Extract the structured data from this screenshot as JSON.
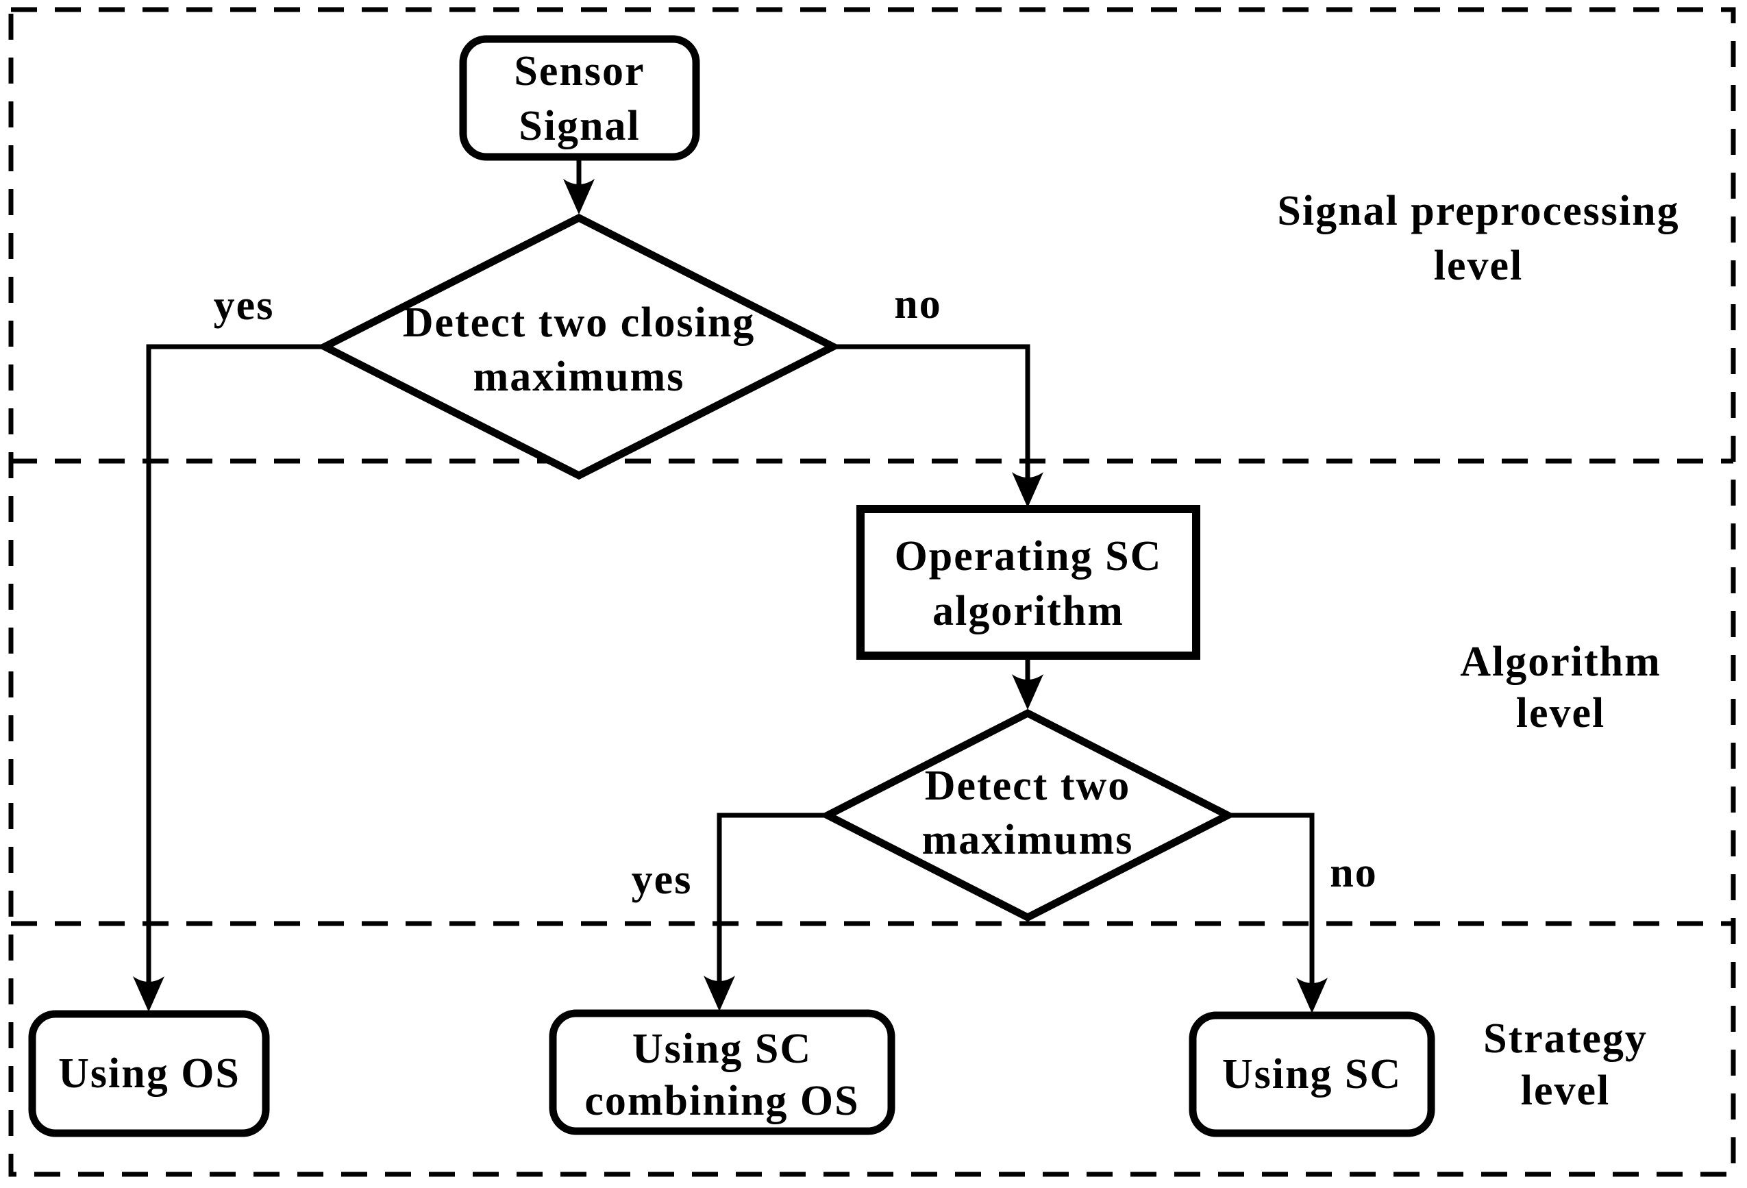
{
  "flowchart": {
    "colors": {
      "stroke": "#000000",
      "background": "#ffffff",
      "text": "#000000"
    },
    "nodes": {
      "sensor_signal": {
        "shape": "rounded-rect",
        "line1": "Sensor",
        "line2": "Signal"
      },
      "detect_two_closing_maximums": {
        "shape": "diamond",
        "line1": "Detect two closing",
        "line2": "maximums"
      },
      "operating_sc_algorithm": {
        "shape": "rect",
        "line1": "Operating SC",
        "line2": "algorithm"
      },
      "detect_two_maximums": {
        "shape": "diamond",
        "line1": "Detect two",
        "line2": "maximums"
      },
      "using_os": {
        "shape": "rounded-rect",
        "line1": "Using OS"
      },
      "using_sc_combining_os": {
        "shape": "rounded-rect",
        "line1": "Using SC",
        "line2": "combining OS"
      },
      "using_sc": {
        "shape": "rounded-rect",
        "line1": "Using SC"
      }
    },
    "edge_labels": {
      "closing_yes": "yes",
      "closing_no": "no",
      "two_yes": "yes",
      "two_no": "no"
    },
    "levels": {
      "signal_preprocessing": {
        "line1": "Signal preprocessing",
        "line2": "level"
      },
      "algorithm": {
        "line1": "Algorithm",
        "line2": "level"
      },
      "strategy": {
        "line1": "Strategy",
        "line2": "level"
      }
    }
  }
}
